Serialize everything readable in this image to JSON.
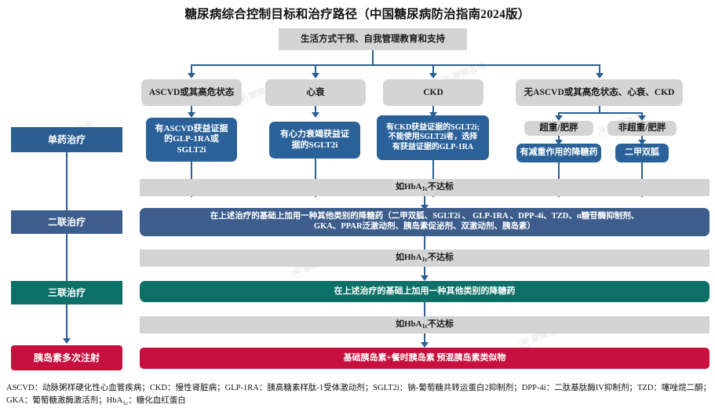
{
  "title": "糖尿病综合控制目标和治疗路径（中国糖尿病防治指南2024版）",
  "top": {
    "lifestyle": "生活方式干预、自我管理教育和支持"
  },
  "conditions": [
    {
      "label": "ASCVD或其高危状态"
    },
    {
      "label": "心衰"
    },
    {
      "label": "CKD"
    },
    {
      "label": "无ASCVD或其高危状态、心衰、CKD"
    }
  ],
  "weight_branch": [
    {
      "label": "超重/肥胖"
    },
    {
      "label": "非超重/肥胖"
    }
  ],
  "monotherapy_boxes": [
    {
      "label": "有ASCVD获益证据\n的GLP-1RA或\nSGLT2i"
    },
    {
      "label": "有心力衰竭获益证\n据的SGLT2i"
    },
    {
      "label": "有CKD获益证据的SGLT2i;\n不能使用SGLT2i者，选择\n有获益证据的GLP-1RA"
    },
    {
      "label": "有减重作用的降糖药"
    },
    {
      "label": "二甲双胍"
    }
  ],
  "stages": [
    {
      "label": "单药治疗",
      "color": "#2b5f92"
    },
    {
      "label": "二联治疗",
      "color": "#3d5e8c"
    },
    {
      "label": "三联治疗",
      "color": "#0c7068"
    },
    {
      "label": "胰岛素多次注射",
      "color": "#c8103e"
    }
  ],
  "checkpoints": [
    {
      "label": "如HbA1c不达标"
    },
    {
      "label": "如HbA1c不达标"
    },
    {
      "label": "如HbA1c不达标"
    }
  ],
  "checkpoint_parts": {
    "prefix": "如HbA",
    "sub": "1c",
    "suffix": "不达标"
  },
  "dual_therapy": {
    "line1": "在上述治疗的基础上加用一种其他类别的降糖药（二甲双胍、SGLT2i 、 GLP-1RA 、DPP-4i、TZD、α糖苷酶抑制剂、",
    "line2": "GKA、PPAR泛激动剂、胰岛素促泌剂、双激动剂、胰岛素）"
  },
  "triple_therapy": {
    "label": "在上述治疗的基础上加用一种其他类别的降糖药"
  },
  "insulin_therapy": {
    "label": "基础胰岛素+餐时胰岛素   预混胰岛素类似物"
  },
  "footnote": {
    "text": "ASCVD：动脉粥样硬化性心血管疾病；CKD：慢性肾脏病；GLP-1RA：胰高糖素样肽-1受体激动剂；SGLT2i：钠-葡萄糖共转运蛋白2抑制剂；DPP-4i：二肽基肽酶IV抑制剂；TZD：噻唑烷二酮；GKA：葡萄糖激酶激活剂；HbA1c：糖化血红蛋白"
  },
  "watermarks": [
    "摩熵咨询",
    "摩熵咨询",
    "摩熵咨询",
    "摩熵咨询",
    "摩熵咨询",
    "摩熵咨询"
  ],
  "colors": {
    "stage_blue": "#2b5f92",
    "dual_blue": "#3d5e8c",
    "teal": "#0c7068",
    "crimson": "#c8103e",
    "gray": "#d4d4d4",
    "box_blue": "#2b6199"
  }
}
